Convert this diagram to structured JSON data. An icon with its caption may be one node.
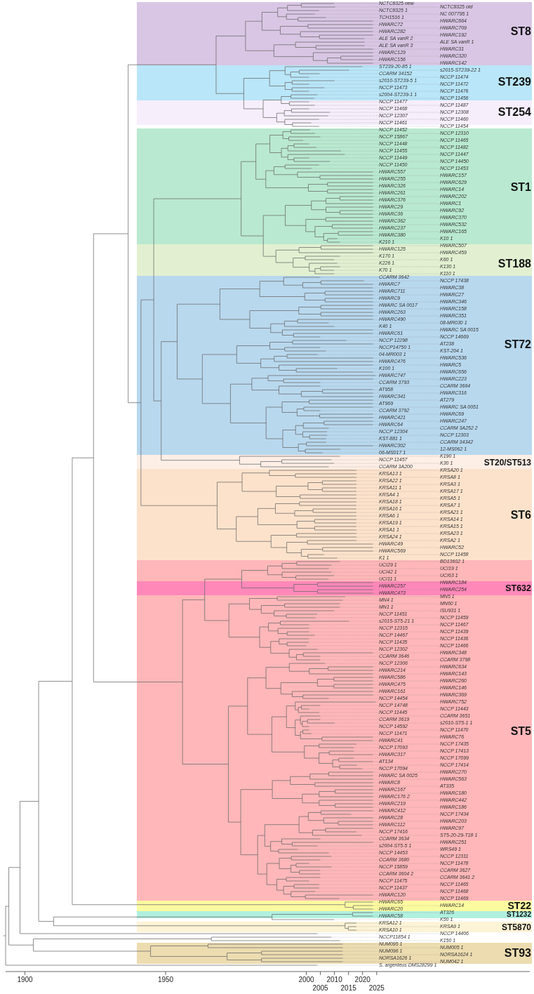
{
  "diagram": {
    "nodes": [
      {
        "text": [
          "ST8"
        ]
      },
      {
        "text": [
          "ST239"
        ]
      },
      {
        "text": [
          "ST254"
        ]
      },
      {
        "text": [
          "ST1"
        ]
      },
      {
        "text": [
          "ST188"
        ]
      },
      {
        "text": [
          "ST72"
        ]
      },
      {
        "text": [
          "ST20/ST513"
        ]
      },
      {
        "text": [
          "ST6"
        ]
      },
      {
        "text": [
          "ST5"
        ]
      },
      {
        "text": [
          "ST632"
        ],
        "in": 8
      },
      {
        "text": [
          "ST22"
        ]
      },
      {
        "text": [
          "ST1232"
        ]
      },
      {
        "text": [
          "ST5870"
        ]
      },
      {
        "text": [
          "ST93"
        ]
      }
    ],
    "labels": [
      "NCTC8325 new",
      "NCTC8325 old",
      "NCTC8325 1",
      "NC 007795 1",
      "TCH1516 1",
      "HWARC664",
      "HWARC72",
      "HWARC709",
      "HWARC282",
      "HWARC192",
      "ALE SA vanR 2",
      "ALE SA vanR 1",
      "ALE SA vanR 3",
      "HWARC31",
      "HWARC129",
      "HWARC320",
      "HWARC156",
      "HWARC142",
      "ST239-20-85 1",
      "s2015-ST239-22 1",
      "CCARM 34152",
      "NCCP 11474",
      "s2010-ST239-5 1",
      "NCCP 11472",
      "NCCP 11473",
      "NCCP 11476",
      "s2004-ST239-1 1",
      "NCCP 11456",
      "NCCP 11477",
      "NCCP 11487",
      "NCCP 11468",
      "NCCP 12308",
      "NCCP 12307",
      "NCCP 11460",
      "NCCP 11461",
      "NCCP 11454",
      "NCCP 11452",
      "NCCP 12310",
      "NCCP 15867",
      "NCCP 11465",
      "NCCP 11448",
      "NCCP 11482",
      "NCCP 11455",
      "NCCP 11447",
      "NCCP 11449",
      "NCCP 14450",
      "NCCP 11450",
      "NCCP 11453",
      "HWARC557",
      "HWARC157",
      "HWARC255",
      "HWARC629",
      "HWARC326",
      "HWARC14",
      "HWARC261",
      "HWARC202",
      "HWARC376",
      "HWARC1",
      "HWARC29",
      "HWARC92",
      "HWARC36",
      "HWARC370",
      "HWARC362",
      "HWARC532",
      "HWARC237",
      "HWARC165",
      "HWARC380",
      "K10 1",
      "K210 1",
      "HWARC507",
      "HWARC125",
      "HWARC459",
      "K170 1",
      "K60 1",
      "K226 1",
      "K130 1",
      "K70 1",
      "K110 1",
      "CCARM 3642",
      "NCCP 17438",
      "HWARC7",
      "HWARC38",
      "HWARC711",
      "HWARC27",
      "HWARC9",
      "HWARC346",
      "HWARC SA 0017",
      "HWARC158",
      "HWARC263",
      "HWARC351",
      "HWARC490",
      "08-MR030 1",
      "K40 1",
      "HWARC SA 0015",
      "HWARC61",
      "NCCP 14669",
      "NCCP 12298",
      "AT238",
      "NCCP14750 1",
      "KST-204 1",
      "04-MR003 1",
      "HWARC536",
      "HWARC476",
      "HWARC5",
      "K100 1",
      "HWARC656",
      "HWARC747",
      "HWARC223",
      "CCARM 3793",
      "CCARM 3664",
      "AT958",
      "HWARC316",
      "HWARC341",
      "AT279",
      "AT969",
      "HWARC SA 0051",
      "CCARM 3792",
      "HWARC69",
      "HWARC421",
      "HWARC247",
      "HWARC64",
      "CCARM 3A252 2",
      "NCCP 12304",
      "NCCP 12303",
      "KST-881 1",
      "CCARM 34342",
      "HWARC302",
      "12-MS062 1",
      "06-MS017 1",
      "K190 1",
      "NCCP 11457",
      "K30 1",
      "CCARM 3A200",
      "KRSA20 1",
      "KRSA13 1",
      "KRSA8 1",
      "KRSA22 1",
      "KRSA3 1",
      "KRSA11 1",
      "KRSA17 1",
      "KRSA4 1",
      "KRSA5 1",
      "KRSA18 1",
      "KRSA7 1",
      "KRSA16 1",
      "KRSA21 1",
      "KRSA6 1",
      "KRSA14 1",
      "KRSA19 1",
      "KRSA15 1",
      "KRSA1 1",
      "KRSA23 1",
      "KRSA24 1",
      "KRSA2 1",
      "HWARC49",
      "HWARC52",
      "HWARC569",
      "NCCP 11458",
      "K1 1",
      "BD13602 1",
      "UCI29 1",
      "UCI19 1",
      "UCI42 1",
      "UCI63 1",
      "UCI11 1",
      "HWARC184",
      "HWARC257",
      "HWARC254",
      "HWARC473",
      "MN5 1",
      "MN4 1",
      "MN60 1",
      "MN1 1",
      "ISU931 1",
      "NCCP 11451",
      "NCCP 11459",
      "s2015-ST5-21 1",
      "NCCP 11467",
      "NCCP 12315",
      "NCCP 11439",
      "NCCP 14467",
      "NCCP 11436",
      "NCCP 11435",
      "NCCP 11466",
      "NCCP 12302",
      "HWARC348",
      "CCARM 3646",
      "CCARM 3798",
      "NCCP 12306",
      "HWARC634",
      "HWARC214",
      "HWARC143",
      "HWARC586",
      "HWARC260",
      "HWARC475",
      "HWARC146",
      "HWARC161",
      "HWARC369",
      "NCCP 14454",
      "HWARC752",
      "NCCP 14748",
      "NCCP 11443",
      "NCCP 11445",
      "CCARM 3651",
      "CCARM 3619",
      "s2010-ST5-1 1",
      "NCCP 14592",
      "NCCP 11470",
      "NCCP 11471",
      "HWARC76",
      "HWARC41",
      "NCCP 17435",
      "NCCP 17093",
      "NCCP 17413",
      "HWARC317",
      "NCCP 17099",
      "AT134",
      "NCCP 17414",
      "NCCP 17094",
      "HWARC270",
      "HWARC SA 0025",
      "HWARC563",
      "HWARC8",
      "AT335",
      "HWARC167",
      "HWARC180",
      "HWARC176 2",
      "HWARC442",
      "HWARC219",
      "HWARC186",
      "HWARC412",
      "NCCP 17434",
      "HWARC28",
      "HWARC203",
      "HWARC112",
      "HWARC97",
      "NCCP 17416",
      "ST5-20-29-T18 1",
      "CCARM 3634",
      "HWARC251",
      "s2004-ST5-5 1",
      "WRS49 1",
      "NCCP 14453",
      "NCCP 12311",
      "CCARM 3680",
      "NCCP 11478",
      "NCCP 15859",
      "CCARM 3627",
      "CCARM 3604 2",
      "CCARM 3641 2",
      "NCCP 11475",
      "NCCP 11465",
      "NCCP 11437",
      "NCCP 11468",
      "HWARC120",
      "NCCP 11469",
      "HWARC65",
      "HWARC14",
      "HWARC20",
      "AT326",
      "HWARC58",
      "K50 1",
      "KRSA12 1",
      "KRSA9 1",
      "KRSA10 1",
      "NCCP 14406",
      "NCCP11854 1",
      "K150 1",
      "NUM095 1",
      "NUM005 1",
      "NUM096 1",
      "NORSA1624 1",
      "NORSA1626 1",
      "NUM042 1",
      "S. argenteus DMS28299 1",
      "1900",
      "1950",
      "2000",
      "2005",
      "2010",
      "2015",
      "2020",
      "2025"
    ]
  }
}
